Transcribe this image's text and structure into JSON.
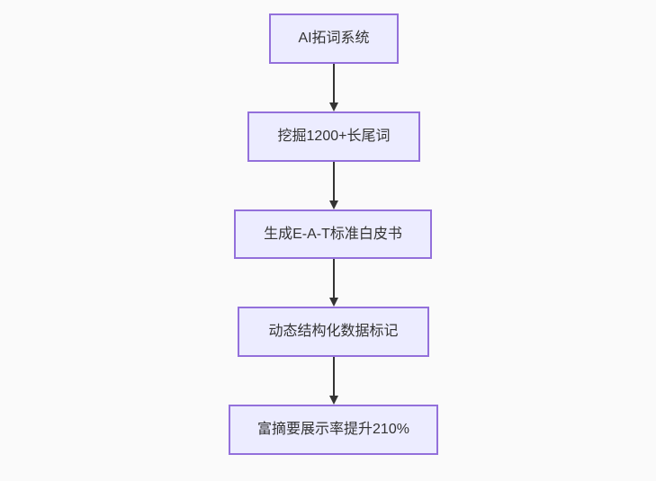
{
  "flowchart": {
    "type": "vertical-flow",
    "direction": "top-down",
    "nodes": [
      {
        "id": "ai-keyword-system",
        "label": "AI拓词系统"
      },
      {
        "id": "longtail-mining",
        "label": "挖掘1200+长尾词"
      },
      {
        "id": "eat-whitepaper",
        "label": "生成E-A-T标准白皮书"
      },
      {
        "id": "structured-data-mark",
        "label": "动态结构化数据标记"
      },
      {
        "id": "rich-snippet-result",
        "label": "富摘要展示率提升210%"
      }
    ],
    "edges": [
      {
        "from": 0,
        "to": 1
      },
      {
        "from": 1,
        "to": 2
      },
      {
        "from": 2,
        "to": 3
      },
      {
        "from": 3,
        "to": 4
      }
    ],
    "colors": {
      "node_fill": "#ECECFF",
      "node_border": "#9370DB",
      "text": "#333333",
      "arrow": "#333333",
      "background": "#FAFAFA"
    }
  }
}
